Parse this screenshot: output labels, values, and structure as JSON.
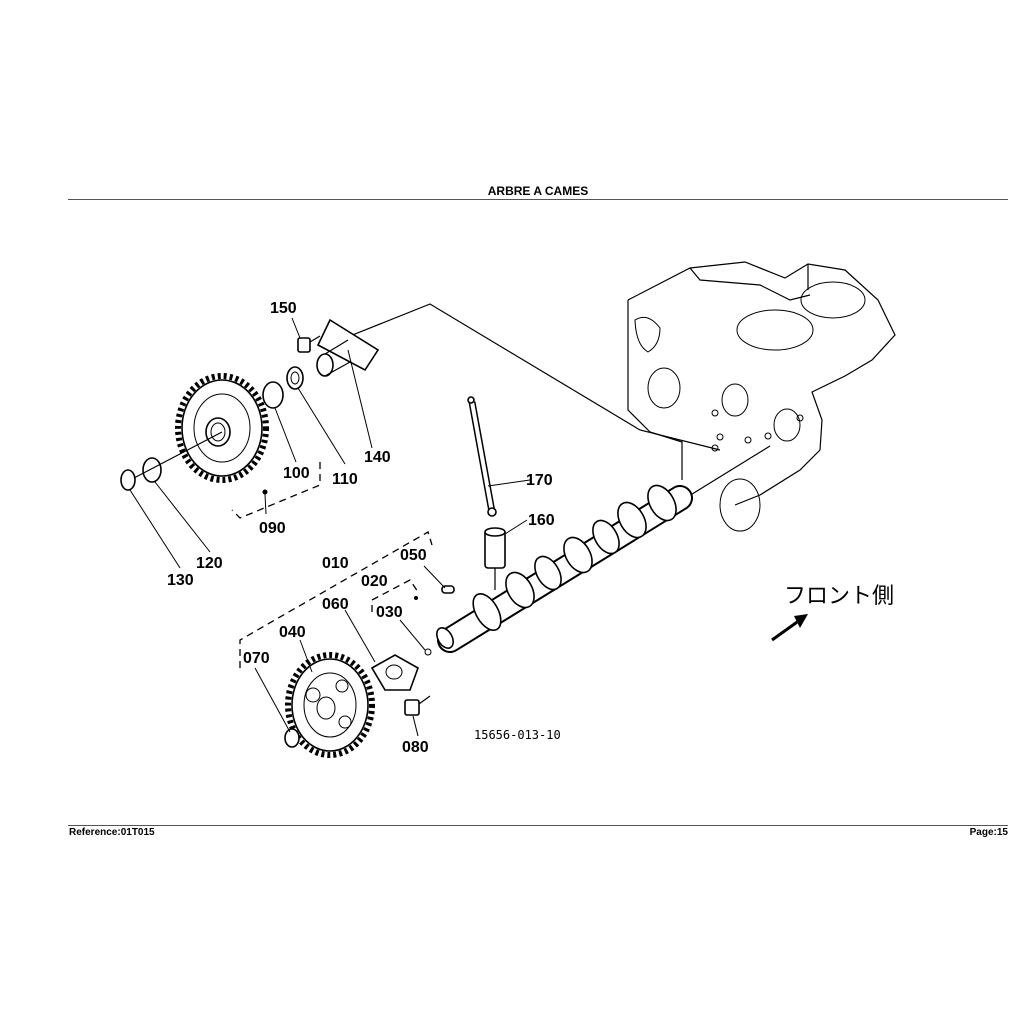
{
  "header": {
    "title": "ARBRE A CAMES"
  },
  "footer": {
    "reference": "Reference:01T015",
    "page": "Page:15"
  },
  "diagram": {
    "front_label": "フロント側",
    "drawing_code": "15656-013-10",
    "callouts": {
      "p010": "010",
      "p020": "020",
      "p030": "030",
      "p040": "040",
      "p050": "050",
      "p060": "060",
      "p070": "070",
      "p080": "080",
      "p090": "090",
      "p100": "100",
      "p110": "110",
      "p120": "120",
      "p130": "130",
      "p140": "140",
      "p150": "150",
      "p160": "160",
      "p170": "170"
    }
  }
}
